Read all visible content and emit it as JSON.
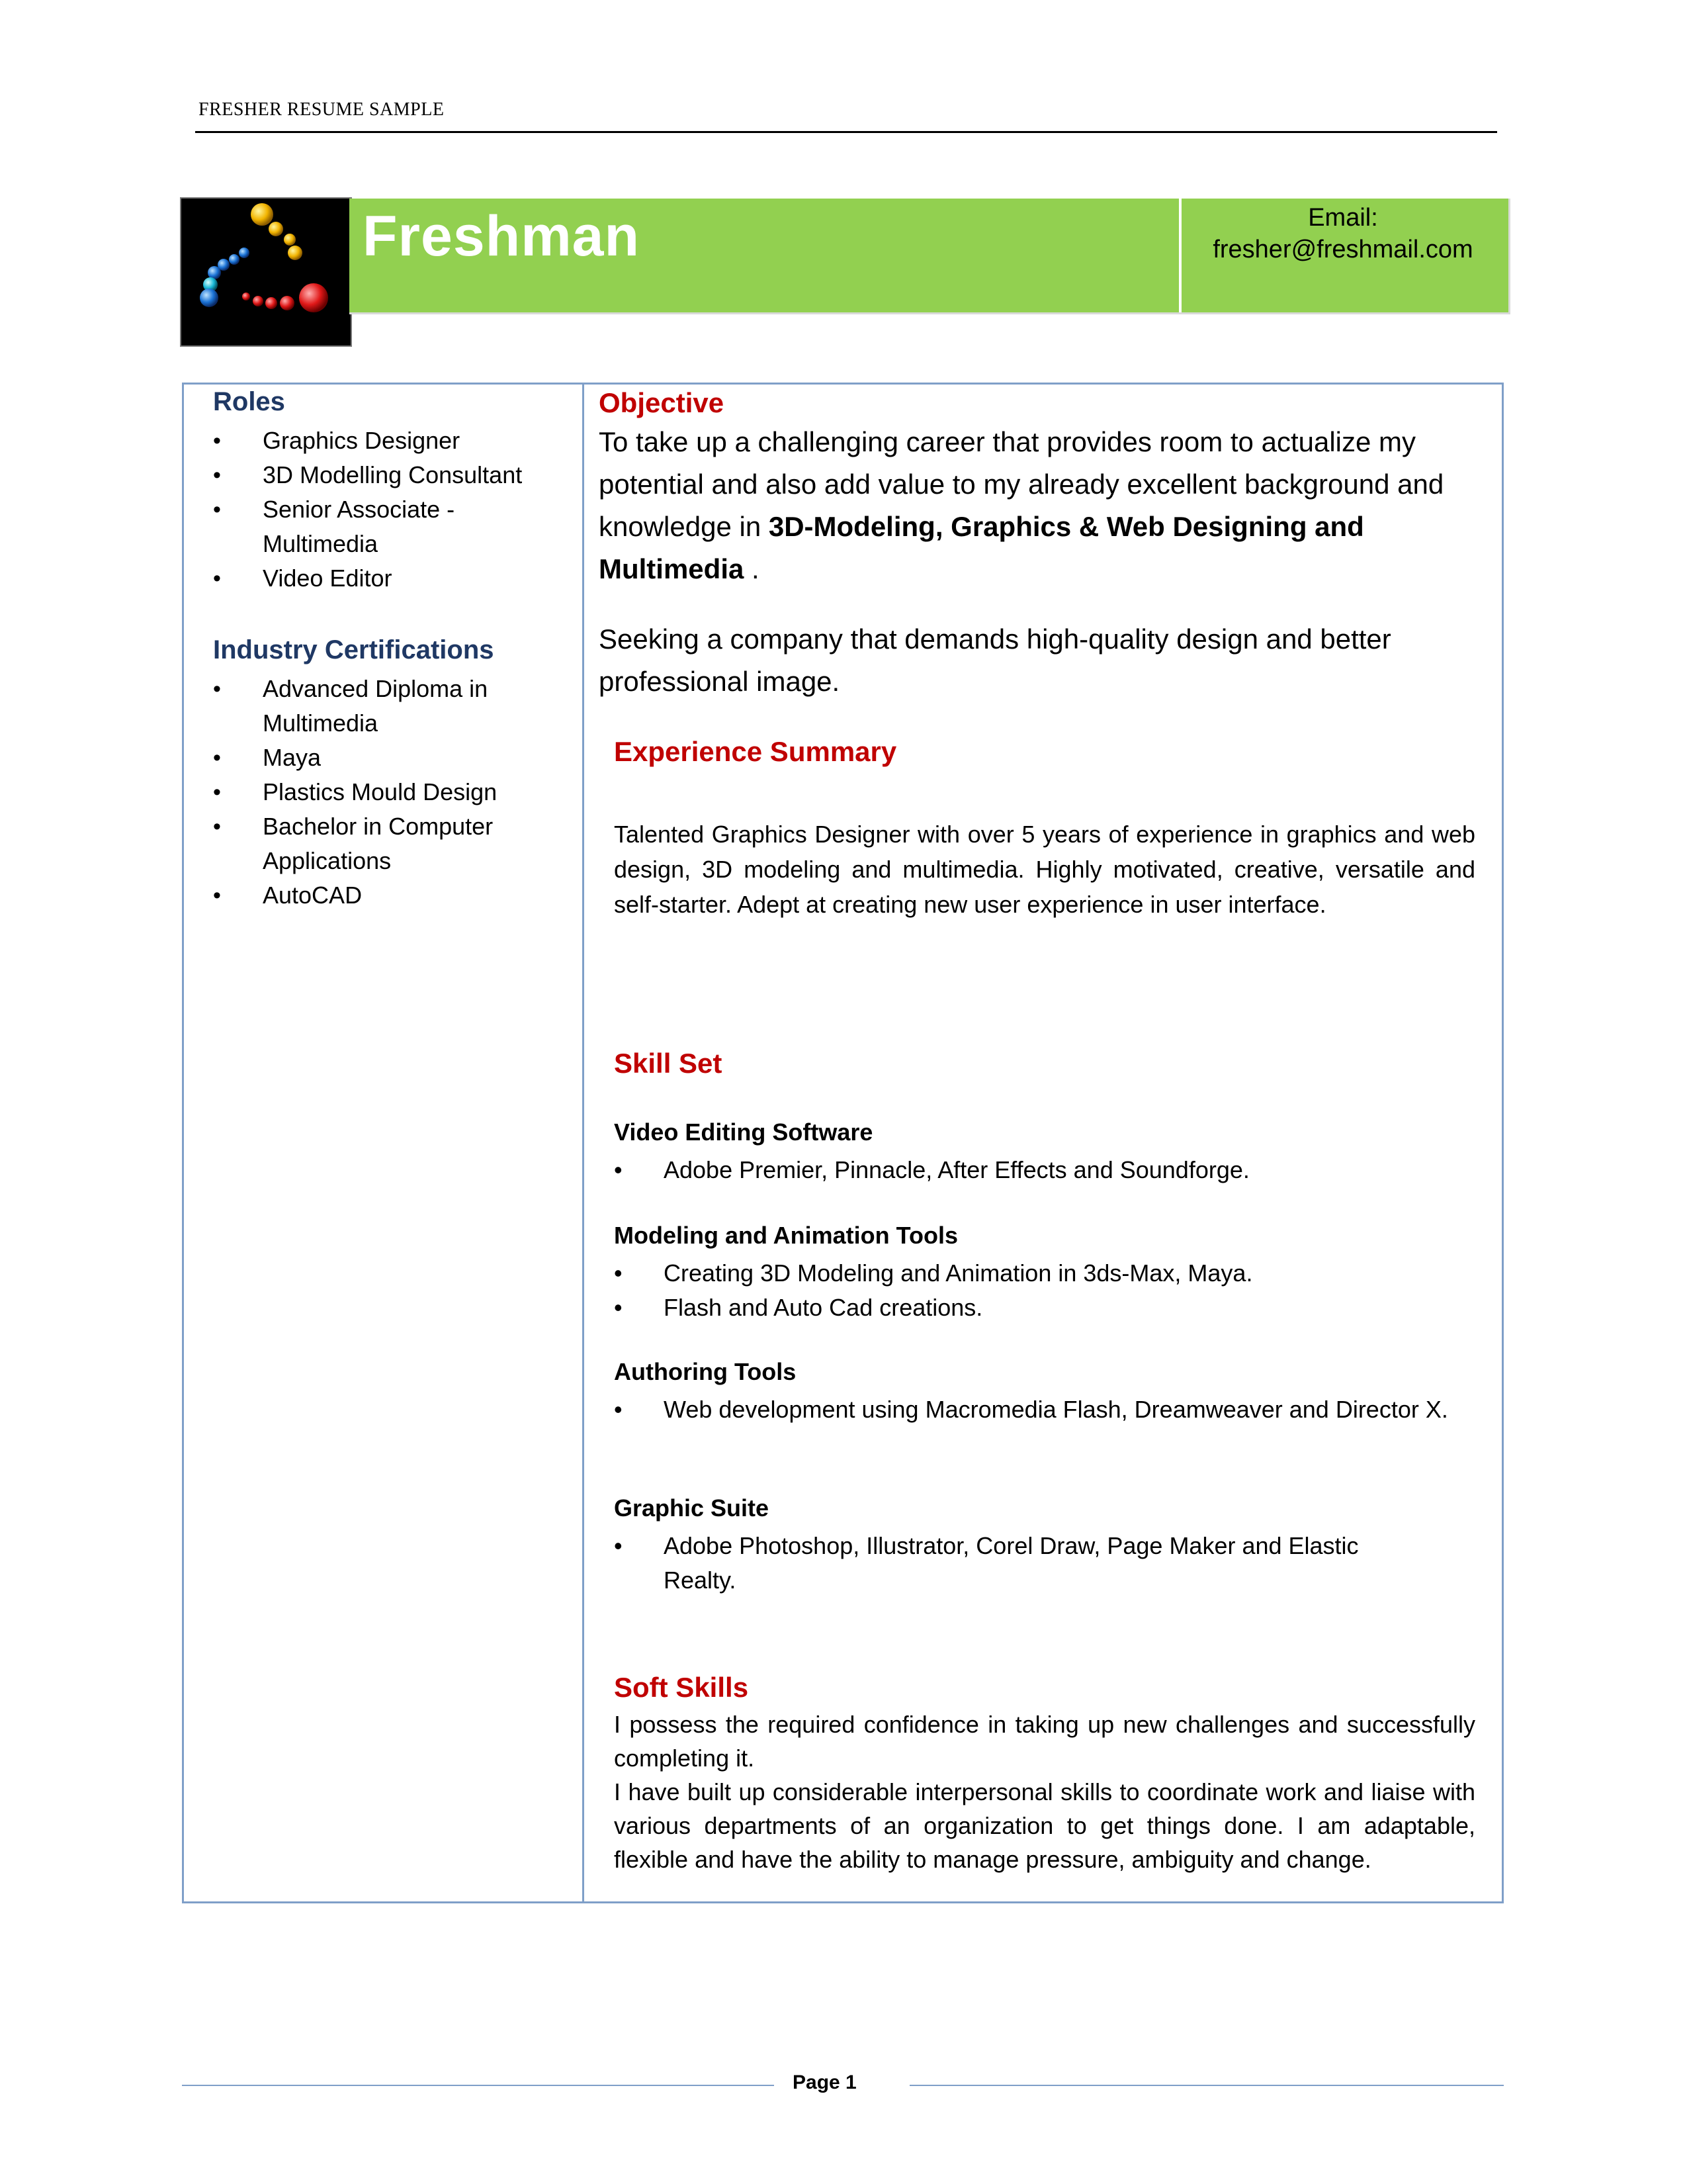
{
  "running_header": "FRESHER RESUME SAMPLE",
  "banner": {
    "name": "Freshman",
    "email_label": "Email:",
    "email_value": "fresher@freshmail.com"
  },
  "left": {
    "roles_heading": "Roles",
    "roles": [
      "Graphics Designer",
      "3D Modelling Consultant",
      "Senior Associate - Multimedia",
      "Video Editor"
    ],
    "certs_heading": "Industry Certifications",
    "certs": [
      "Advanced Diploma in Multimedia",
      "Maya",
      "Plastics Mould Design",
      "Bachelor in Computer Applications",
      "AutoCAD"
    ]
  },
  "objective": {
    "heading": "Objective",
    "text_before": "To take up a challenging career that provides room to actualize my potential and also add value to my already excellent background and knowledge in ",
    "text_bold": "3D-Modeling, Graphics & Web Designing and Multimedia",
    "text_after": " .",
    "text2": "Seeking a company that demands high-quality design and better professional image."
  },
  "experience": {
    "heading": "Experience Summary",
    "text": "Talented Graphics Designer with over 5 years of experience in graphics and web design, 3D modeling and multimedia. Highly motivated, creative, versatile and self-starter. Adept at creating new user experience in user interface."
  },
  "skills": {
    "heading": "Skill Set",
    "video_heading": "Video Editing Software",
    "video_items": [
      "Adobe Premier, Pinnacle, After Effects and Soundforge."
    ],
    "modeling_heading": "Modeling and Animation Tools",
    "modeling_items": [
      "Creating 3D Modeling and Animation in 3ds-Max, Maya.",
      "Flash and Auto Cad creations."
    ],
    "authoring_heading": "Authoring Tools",
    "authoring_items": [
      "Web development using Macromedia Flash, Dreamweaver and Director X."
    ],
    "graphic_heading": "Graphic Suite",
    "graphic_items": [
      "Adobe Photoshop, Illustrator, Corel Draw, Page Maker and Elastic Realty."
    ]
  },
  "soft_skills": {
    "heading": "Soft Skills",
    "para1": "I possess the required confidence in taking up new challenges and successfully completing it.",
    "para2": "I have built up considerable interpersonal skills to coordinate work and liaise with various departments of an organization to get things done. I am adaptable, flexible and have the ability to manage pressure, ambiguity and change."
  },
  "footer": {
    "page": "Page 1"
  },
  "bullet_glyph": "•"
}
